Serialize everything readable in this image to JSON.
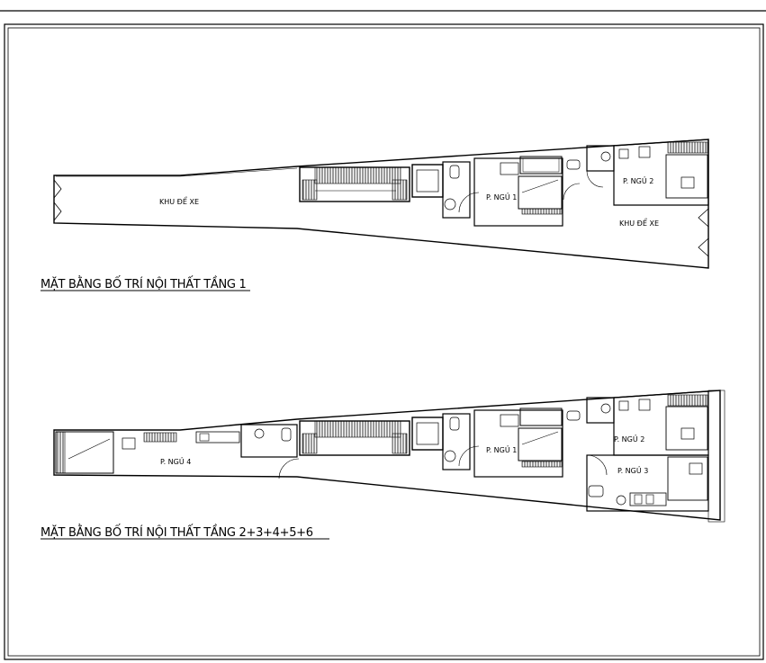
{
  "plans": [
    {
      "title": "MẶT BẰNG BỐ TRÍ NỘI THẤT TẦNG 1",
      "rooms": {
        "parking_left": "KHU ĐỂ XE",
        "bedroom_1": "P. NGỦ 1",
        "bedroom_2": "P. NGỦ 2",
        "parking_right": "KHU ĐỂ XE"
      }
    },
    {
      "title": "MẶT BẰNG BỐ TRÍ NỘI THẤT TẦNG 2+3+4+5+6",
      "rooms": {
        "bedroom_4": "P. NGỦ 4",
        "bedroom_1": "P. NGỦ 1",
        "bedroom_2": "P. NGỦ 2",
        "bedroom_3": "P. NGỦ 3"
      }
    }
  ]
}
